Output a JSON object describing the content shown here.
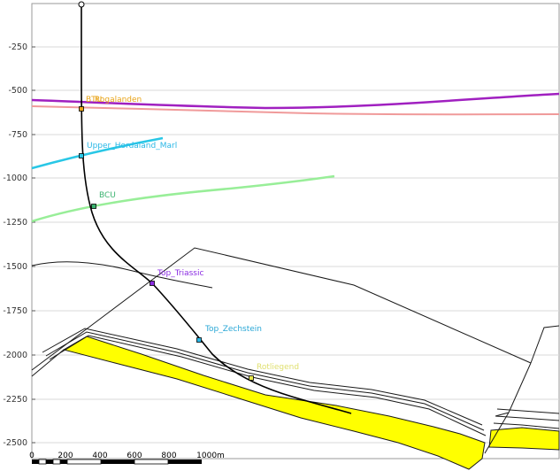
{
  "depth_axis": {
    "ticks": [
      "-250",
      "-500",
      "-750",
      "-1000",
      "-1250",
      "-1500",
      "-1750",
      "-2000",
      "-2250",
      "-2500"
    ],
    "range": [
      0,
      -2625
    ]
  },
  "horizons": [
    {
      "label": "BTU",
      "color": "#e8a317",
      "label_color": "#e8a317",
      "marker": "btu"
    },
    {
      "label": "Rogalanden",
      "color": "#f08080",
      "label_color": "#e8a317",
      "marker": "rogalanden"
    },
    {
      "label": "Upper_Hordaland_Marl",
      "color": "#29c7e6",
      "label_color": "#29b7e6",
      "marker": "uhm"
    },
    {
      "label": "BCU",
      "color": "#90ee90",
      "label_color": "#3cb371",
      "marker": "bcu"
    },
    {
      "label": "Top_Triassic",
      "color": "#8a2be2",
      "label_color": "#8a2be2",
      "marker": "triassic"
    },
    {
      "label": "Top_Zechstein",
      "color": "#29b7e6",
      "label_color": "#29a7d6",
      "marker": "zechstein"
    },
    {
      "label": "Rotliegend",
      "color": "#e8e84a",
      "label_color": "#e0e070",
      "marker": "rotliegend"
    }
  ],
  "scale_bar": {
    "labels": [
      "0",
      "200",
      "400",
      "600",
      "800",
      "1000m"
    ]
  },
  "colors": {
    "well_path": "#000000",
    "reservoir_fill": "#ffff00",
    "fault_lines": "#1a1a1a",
    "grid": "#d9d9d9",
    "purple_horizon": "#a020c0",
    "pink_horizon": "#f09a9a"
  }
}
